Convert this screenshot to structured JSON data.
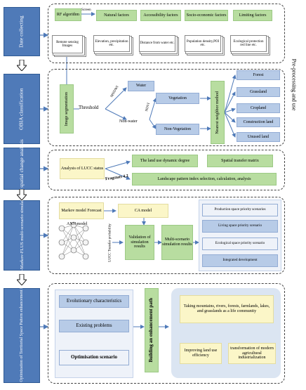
{
  "stages": [
    {
      "label": "Date collecting"
    },
    {
      "label": "OBIA classification"
    },
    {
      "label": "PLE spatial change analysis"
    },
    {
      "label": "RF-Markov-FLUS multi-scenario simulation"
    },
    {
      "label": "The Optimization of Territorial Space Pattern enhancement Path"
    }
  ],
  "side_label": "Pre-processing and use",
  "data_collecting": {
    "rf_algorithm": "RF algorithm",
    "screen": "Screen",
    "factors": [
      "Natural factors",
      "Accessibility factors",
      "Socio-economic factors",
      "Limiting factors"
    ],
    "remote_sensing": "Remote sensing Images",
    "factor_details": [
      "Elevation, precipitation etc.",
      "Distance from water etc.",
      "Population density,POI etc.",
      "Ecological protection red line etc."
    ]
  },
  "obia": {
    "segmentation": "Image segmentation",
    "threshold": "Threshold",
    "mndwi": "MNDWI",
    "ndvi": "NDVI",
    "water": "Water",
    "non_water": "Non-water",
    "vegetation": "Vegetation",
    "non_vegetation": "Non-Vegetation",
    "nn_method": "Nearest neighbor method",
    "classes": [
      "Forest",
      "Grassland",
      "Cropland",
      "Construction land",
      "Unused land"
    ]
  },
  "ple": {
    "analysis": "Analysis of LUCC status",
    "dynamic_degree": "The land use dynamic degree",
    "transfer_matrix": "Spatial transfer matrix",
    "fragstats": "Fragstats 4.2",
    "landscape": "Landscape pattern index selection, calculation, analysis"
  },
  "simulation": {
    "markov": "Markov model Forecast",
    "ca_model": "CA model",
    "ann_model": "ANN model",
    "lucc_prob": "LUCC Transfer probability",
    "validation": "Validation of simulation results",
    "multi_scenario": "Multi-scenario simulation results",
    "scenarios": [
      "Production space priority scenarios",
      "Living space priority scenario",
      "Ecological space priority scenario",
      "Integrated development"
    ]
  },
  "optimization": {
    "left_items": [
      "Evolutionary characteristics",
      "Existing problems",
      "Optimisation scenario"
    ],
    "building": "Building an enhancement path",
    "taking": "Taking mountains, rivers, forests, farmlands, lakes, and grasslands as a life community",
    "improving": "Improving land use efficiency",
    "transformation": "transformation of modern agricultural industrialization"
  }
}
